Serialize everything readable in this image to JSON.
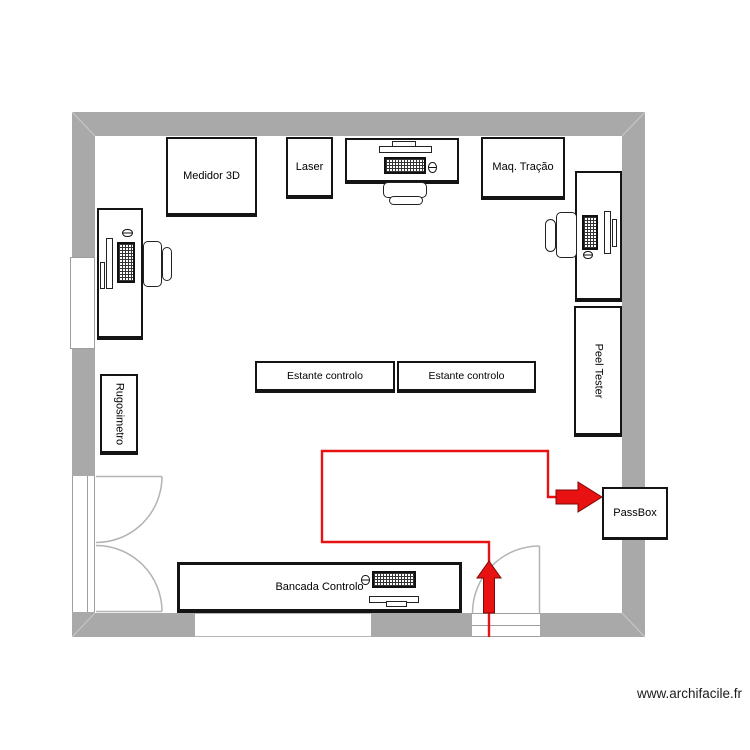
{
  "plan": {
    "furniture": {
      "medidor3d": "Medidor 3D",
      "laser": "Laser",
      "maq_tracao": "Maq. Tração",
      "estante_1": "Estante controlo",
      "estante_2": "Estante controlo",
      "rugosimetro": "Rugosimetro",
      "peel_tester": "Peel Tester",
      "passbox": "PassBox",
      "bancada": "Bancada Controlo"
    },
    "colors": {
      "wall": "#a9a9a9",
      "flow_red": "#e81212",
      "furniture_border": "#141414"
    }
  },
  "watermark": "www.archifacile.fr"
}
